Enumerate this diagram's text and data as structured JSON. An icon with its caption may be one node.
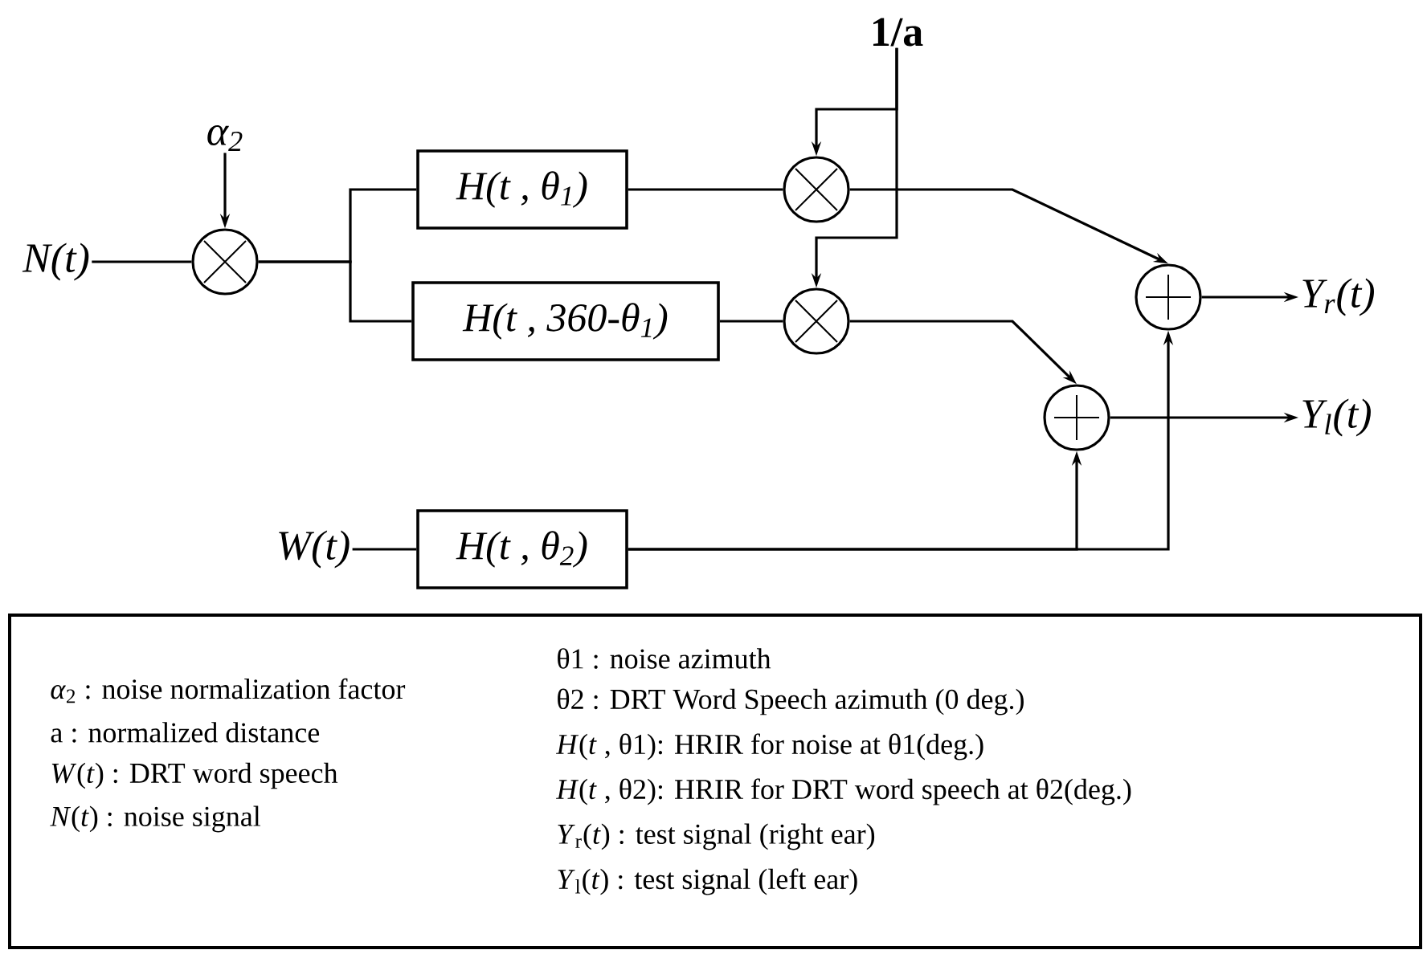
{
  "diagram": {
    "nodes": [
      {
        "text": [
          "N(t)"
        ]
      },
      {
        "text": [
          "α$_{2}$"
        ]
      },
      {
        "text": [],
        "shape": "circle"
      },
      {
        "text": [
          "H(t , θ$_{1}$)"
        ]
      },
      {
        "text": [
          "H(t , 360-θ$_{1}$)"
        ]
      },
      {
        "text": [
          "1/a"
        ]
      },
      {
        "text": [],
        "shape": "circle"
      },
      {
        "text": [],
        "shape": "circle"
      },
      {
        "text": [],
        "shape": "circle"
      },
      {
        "text": [],
        "shape": "circle"
      },
      {
        "text": [
          "Y$_{r}$(t)"
        ]
      },
      {
        "text": [
          "Y$_{l}$(t)"
        ]
      },
      {
        "text": [
          "W(t)"
        ]
      },
      {
        "text": [
          "H(t , θ$_{2}$)"
        ]
      },
      {
        "text": [
          "*α*$_{2}$ : noise normalization factor",
          "a : normalized distance",
          "*W*(*t*) : DRT word speech",
          "*N*(*t*) : noise signal",
          "θ1 : noise azimuth",
          "θ2 : DRT Word Speech azimuth (0 deg.)",
          "*H*(*t* , θ1): HRIR for noise at θ1(deg.)",
          "*H*(*t* , θ2): HRIR for DRT word speech at θ2(deg.)",
          "*Y*$_{r}$(*t*) : test signal (right ear)",
          "*Y*$_{l}$(*t*) : test signal (left ear)"
        ]
      }
    ],
    "edges": [
      {
        "from": 0,
        "to": 2,
        "arrow": "none"
      },
      {
        "from": 1,
        "to": 2,
        "arrow": "to"
      },
      {
        "from": 2,
        "to": 3,
        "arrow": "none"
      },
      {
        "from": 2,
        "to": 4,
        "arrow": "none"
      },
      {
        "from": 3,
        "to": 6,
        "arrow": "none"
      },
      {
        "from": 4,
        "to": 7,
        "arrow": "none"
      },
      {
        "from": 5,
        "to": 6,
        "arrow": "to"
      },
      {
        "from": 5,
        "to": 7,
        "arrow": "to"
      },
      {
        "from": 6,
        "to": 8,
        "arrow": "to"
      },
      {
        "from": 7,
        "to": 9,
        "arrow": "to"
      },
      {
        "from": 13,
        "to": 9,
        "arrow": "to"
      },
      {
        "from": 13,
        "to": 8,
        "arrow": "to"
      },
      {
        "from": 8,
        "to": 10,
        "arrow": "to"
      },
      {
        "from": 9,
        "to": 11,
        "arrow": "to"
      },
      {
        "from": 12,
        "to": 13,
        "arrow": "none"
      }
    ]
  }
}
